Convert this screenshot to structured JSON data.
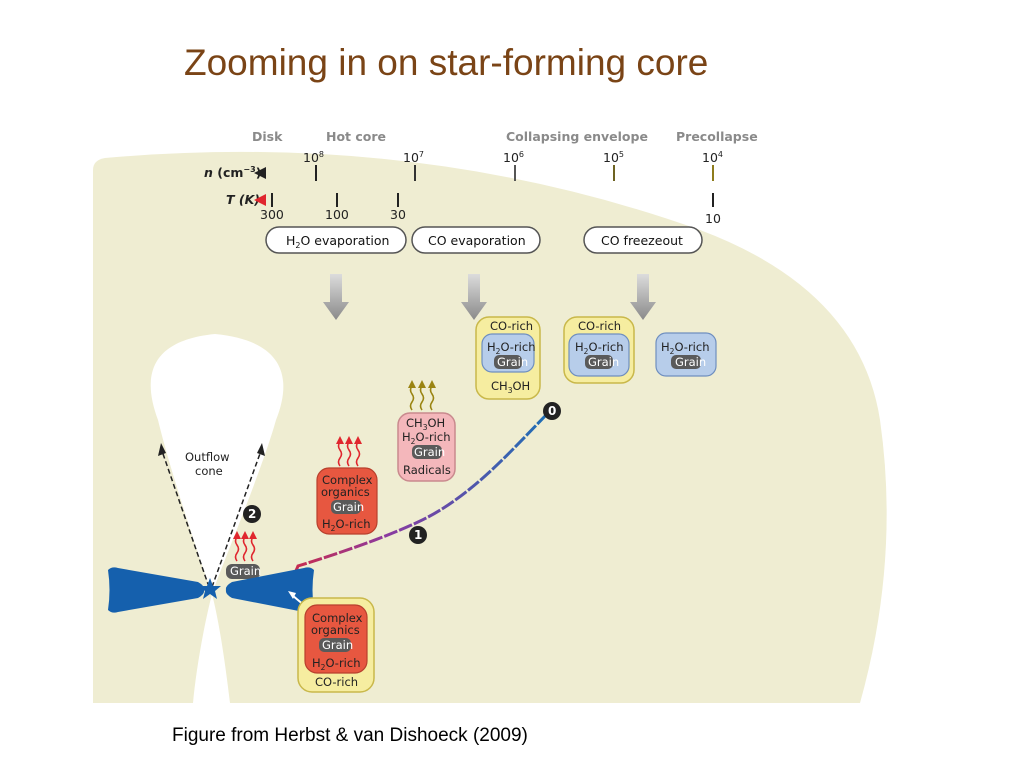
{
  "title": "Zooming in on star-forming core",
  "caption": "Figure from Herbst & van Dishoeck (2009)",
  "colors": {
    "title": "#7a4416",
    "envelope": "#efedd2",
    "disk": "#1560ad",
    "pill_border": "#555555",
    "co_rich_shell": "#f6eda0",
    "h2o_rich_shell": "#b7cdea",
    "complex_organics_shell": "#e75740",
    "ch3oh_shell": "#f4b7bb",
    "grain": "#5a5a5a"
  },
  "diagram": {
    "header": {
      "disk": "Disk",
      "hot_core": "Hot core",
      "collapsing_envelope": "Collapsing envelope",
      "precollapse": "Precollapse"
    },
    "n_axis": {
      "label_main": "n",
      "label_unit": " (cm",
      "label_exp": "−3",
      "label_close": ")",
      "ticks": [
        {
          "base": "10",
          "exp": "8"
        },
        {
          "base": "10",
          "exp": "7"
        },
        {
          "base": "10",
          "exp": "6"
        },
        {
          "base": "10",
          "exp": "5"
        },
        {
          "base": "10",
          "exp": "4"
        }
      ]
    },
    "t_axis": {
      "label": "T (K)",
      "ticks": [
        "300",
        "100",
        "30",
        "10"
      ]
    },
    "pills": {
      "h2o_evap_a": "H",
      "h2o_evap_sub": "2",
      "h2o_evap_b": "O evaporation",
      "co_evap": "CO evaporation",
      "co_freeze": "CO freezeout"
    },
    "words": {
      "co_rich": "CO-rich",
      "h": "H",
      "two": "2",
      "o_rich": "O-rich",
      "grain": "Grain",
      "ch3oh_a": "CH",
      "ch3oh_sub": "3",
      "ch3oh_b": "OH",
      "radicals": "Radicals",
      "complex": "Complex",
      "organics": "organics",
      "outflow": "Outflow",
      "cone": "cone"
    },
    "stage_markers": [
      "0",
      "1",
      "2"
    ]
  }
}
